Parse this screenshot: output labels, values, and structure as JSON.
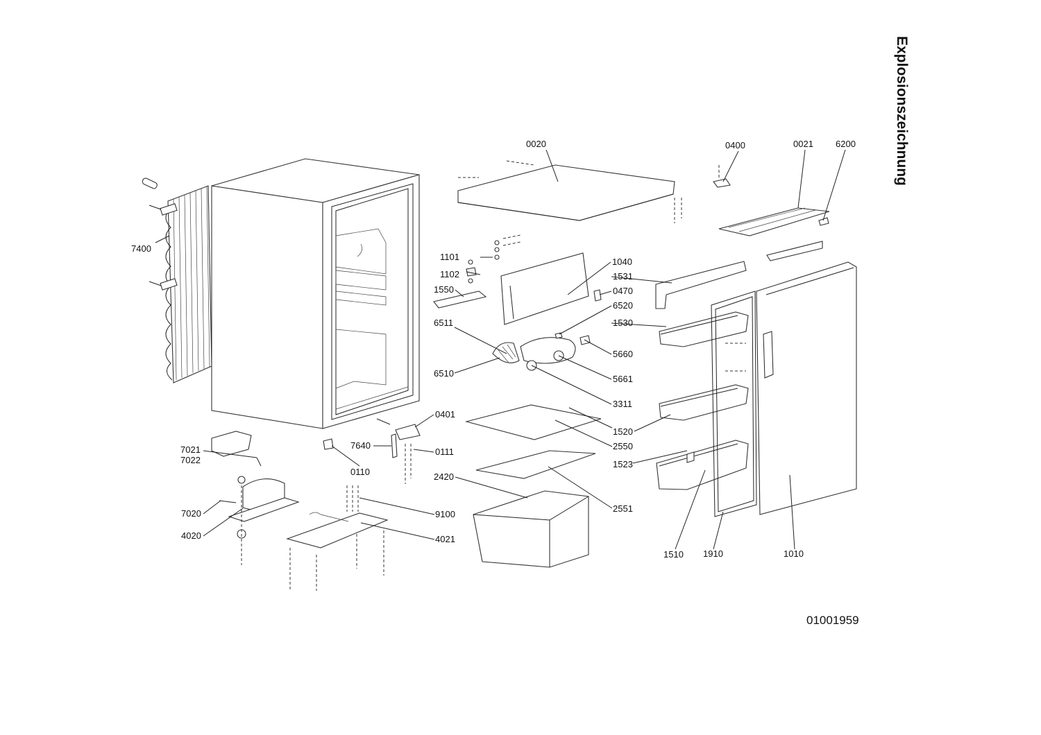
{
  "title": "Explosionszeichnung",
  "drawing_number": "01001959",
  "callouts": [
    {
      "id": "0020"
    },
    {
      "id": "0400"
    },
    {
      "id": "0021"
    },
    {
      "id": "6200"
    },
    {
      "id": "7400"
    },
    {
      "id": "1101"
    },
    {
      "id": "1102"
    },
    {
      "id": "1550"
    },
    {
      "id": "1040"
    },
    {
      "id": "1531"
    },
    {
      "id": "0470"
    },
    {
      "id": "6520"
    },
    {
      "id": "1530"
    },
    {
      "id": "6511"
    },
    {
      "id": "5660"
    },
    {
      "id": "6510"
    },
    {
      "id": "5661"
    },
    {
      "id": "3311"
    },
    {
      "id": "0401"
    },
    {
      "id": "7640"
    },
    {
      "id": "0111"
    },
    {
      "id": "2550"
    },
    {
      "id": "1520"
    },
    {
      "id": "7021"
    },
    {
      "id": "7022"
    },
    {
      "id": "0110"
    },
    {
      "id": "1523"
    },
    {
      "id": "2420"
    },
    {
      "id": "9100"
    },
    {
      "id": "2551"
    },
    {
      "id": "7020"
    },
    {
      "id": "4020"
    },
    {
      "id": "4021"
    },
    {
      "id": "1510"
    },
    {
      "id": "1910"
    },
    {
      "id": "1010"
    }
  ]
}
